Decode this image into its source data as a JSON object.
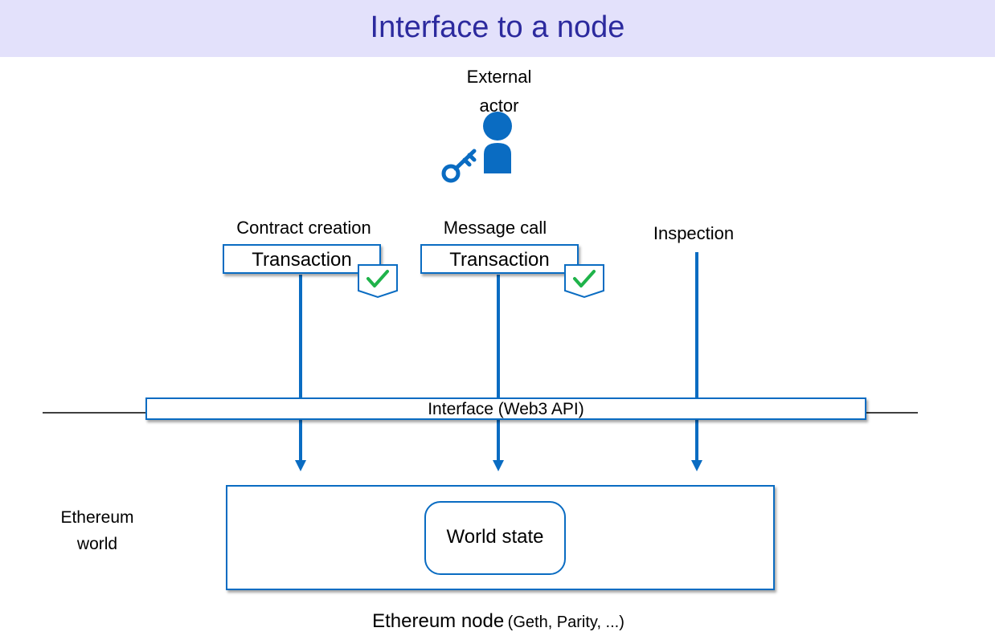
{
  "title": "Interface to a node",
  "actor": {
    "line1": "External",
    "line2": "actor"
  },
  "channels": [
    {
      "caption": "Contract creation",
      "box_label": "Transaction"
    },
    {
      "caption": "Message call",
      "box_label": "Transaction"
    },
    {
      "caption": "Inspection"
    }
  ],
  "interface_label": "Interface (Web3 API)",
  "ethereum_world": {
    "line1": "Ethereum",
    "line2": "world"
  },
  "world_state_label": "World state",
  "node_label": {
    "main": "Ethereum node",
    "detail": "(Geth, Parity, ...)"
  },
  "colors": {
    "title_bg": "#e3e1fb",
    "title_text": "#2c2a9e",
    "accent": "#0a6cc2",
    "check": "#1fb34a"
  },
  "icons": [
    "person-icon",
    "key-icon",
    "checkmark-icon"
  ]
}
